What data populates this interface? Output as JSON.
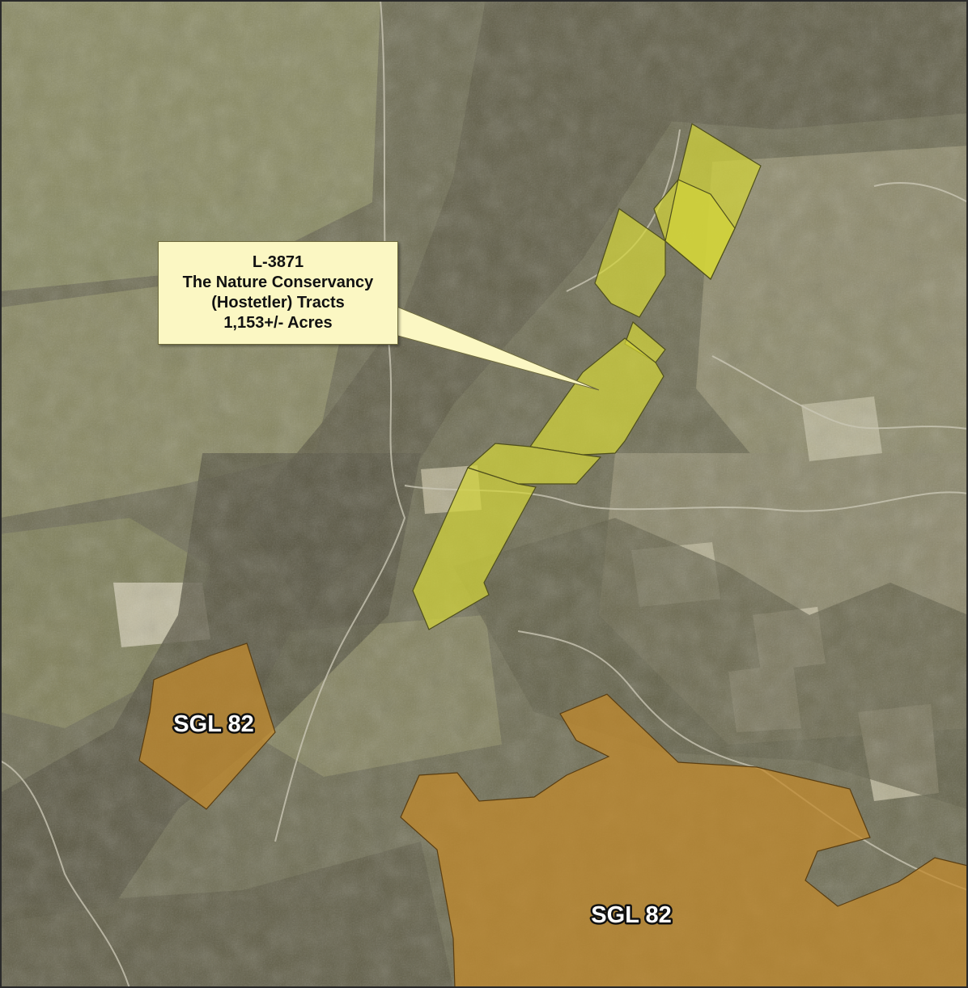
{
  "map": {
    "type": "aerial parcel map",
    "colors": {
      "conservancy_fill": "#d3d43a",
      "sgl_fill": "#c28a2c",
      "callout_fill": "#fbf7c3",
      "terrain_forest": "#5b5942",
      "terrain_field": "#9d9f73"
    }
  },
  "callout": {
    "line1": "L-3871",
    "line2": "The Nature Conservancy",
    "line3": "(Hostetler) Tracts",
    "line4": "1,153+/- Acres"
  },
  "labels": {
    "sgl_west": "SGL 82",
    "sgl_south": "SGL 82"
  }
}
